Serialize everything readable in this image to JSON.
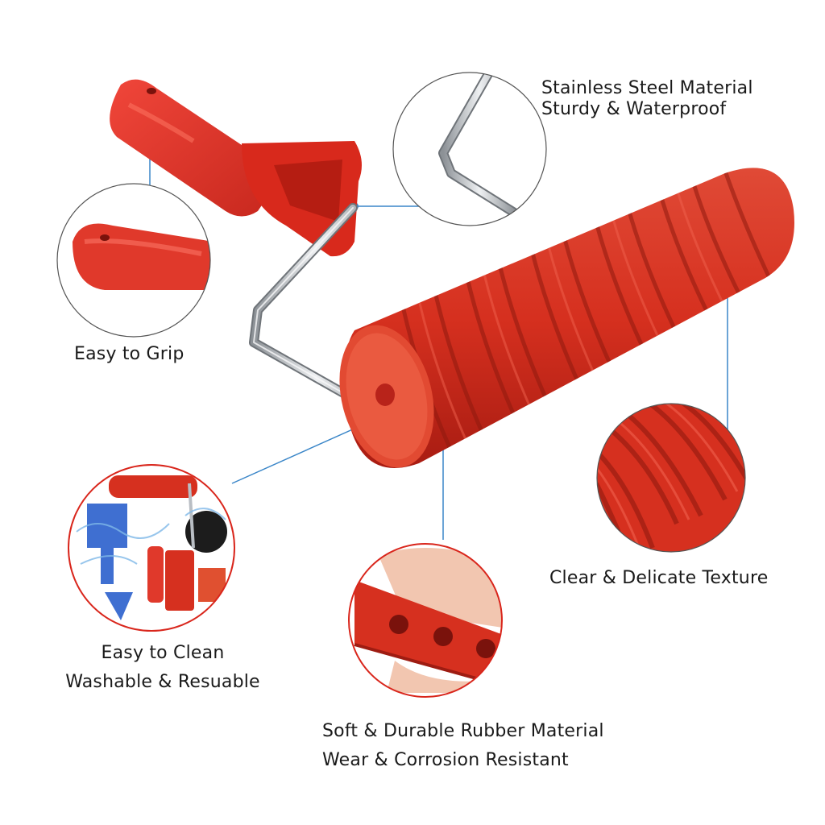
{
  "features": {
    "steel": {
      "line1": "Stainless Steel Material",
      "line2": "Sturdy & Waterproof"
    },
    "grip": {
      "line1": "Easy to Grip"
    },
    "texture": {
      "line1": "Clear & Delicate Texture"
    },
    "clean": {
      "line1": "Easy to Clean",
      "line2": "Washable & Resuable"
    },
    "rubber": {
      "line1": "Soft & Durable Rubber Material",
      "line2": "Wear & Corrosion Resistant"
    }
  },
  "colors": {
    "rubber_red": "#e0392b",
    "rubber_dark": "#b8231a",
    "callout_line": "#3a86c8",
    "circle_border": "#d9261c",
    "steel": "#c9cdd2"
  }
}
